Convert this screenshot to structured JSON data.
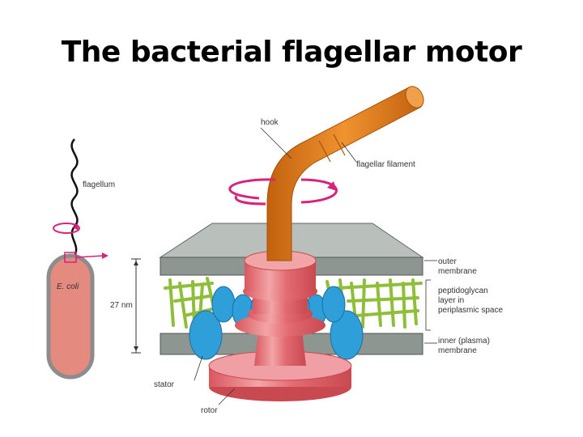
{
  "slide": {
    "title": "The bacterial flagellar motor"
  },
  "labels": {
    "flagellum": "flagellum",
    "ecoli": "E. coli",
    "hook": "hook",
    "filament": "flagellar filament",
    "outer1": "outer",
    "outer2": "membrane",
    "pep1": "peptidoglycan",
    "pep2": "layer in",
    "pep3": "periplasmic space",
    "inner1": "inner (plasma)",
    "inner2": "membrane",
    "size": "27 nm",
    "stator": "stator",
    "rotor": "rotor"
  },
  "colors": {
    "filament": "#e07f1e",
    "membrane": "#9aa39e",
    "peptidoglycan": "#8fbf3a",
    "stator": "#2e9fd8",
    "rotor": "#e8868a",
    "rotation": "#d7237a",
    "cell": "#e48a7e"
  }
}
